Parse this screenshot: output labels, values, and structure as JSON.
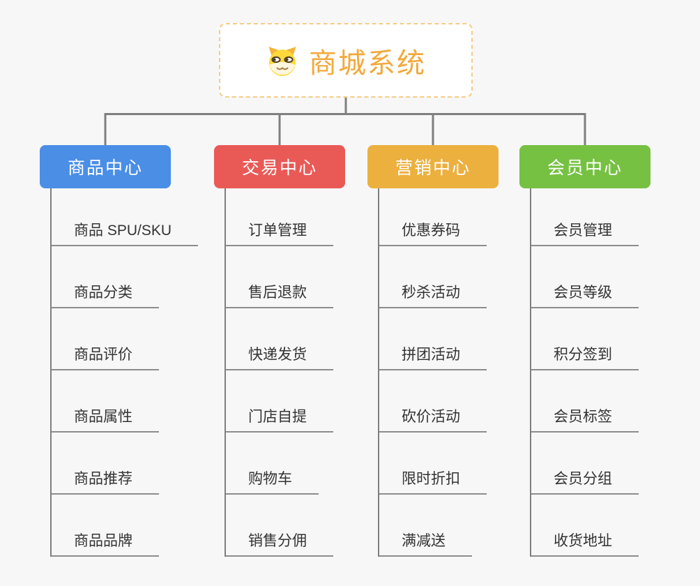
{
  "root": {
    "title": "商城系统",
    "icon": "dog-face-icon"
  },
  "branches": [
    {
      "label": "商品中心",
      "color": "#4a8ee6",
      "children": [
        "商品 SPU/SKU",
        "商品分类",
        "商品评价",
        "商品属性",
        "商品推荐",
        "商品品牌"
      ]
    },
    {
      "label": "交易中心",
      "color": "#e95a57",
      "children": [
        "订单管理",
        "售后退款",
        "快递发货",
        "门店自提",
        "购物车",
        "销售分佣"
      ]
    },
    {
      "label": "营销中心",
      "color": "#ecb03f",
      "children": [
        "优惠券码",
        "秒杀活动",
        "拼团活动",
        "砍价活动",
        "限时折扣",
        "满减送"
      ]
    },
    {
      "label": "会员中心",
      "color": "#76c142",
      "children": [
        "会员管理",
        "会员等级",
        "积分签到",
        "会员标签",
        "会员分组",
        "收货地址"
      ]
    }
  ],
  "palette": {
    "background": "#f7f7f7",
    "connector": "#7f7f7f",
    "underline": "#8c8c8c",
    "child_text": "#333333",
    "root_text": "#f2a93c",
    "root_border": "#f6cc86",
    "root_background": "#ffffff"
  }
}
